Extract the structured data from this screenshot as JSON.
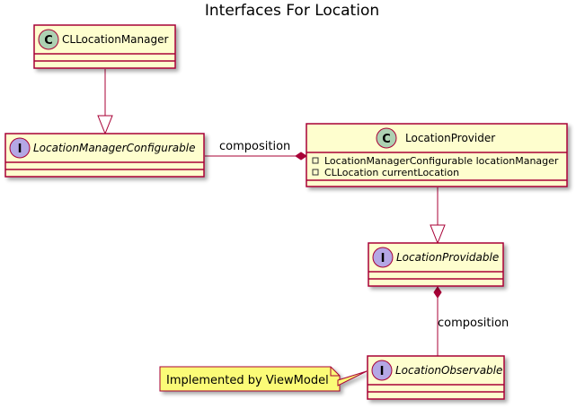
{
  "diagram": {
    "title": "Interfaces For Location",
    "classes": [
      {
        "id": "cllocationmanager",
        "name": "CLLocationManager",
        "kind": "class",
        "badge": "C",
        "members": []
      },
      {
        "id": "locationmanagerconfigurable",
        "name": "LocationManagerConfigurable",
        "kind": "interface",
        "badge": "I",
        "members": []
      },
      {
        "id": "locationprovider",
        "name": "LocationProvider",
        "kind": "class",
        "badge": "C",
        "members": [
          "LocationManagerConfigurable locationManager",
          "CLLocation currentLocation"
        ]
      },
      {
        "id": "locationprovidable",
        "name": "LocationProvidable",
        "kind": "interface",
        "badge": "I",
        "members": []
      },
      {
        "id": "locationobservable",
        "name": "LocationObservable",
        "kind": "interface",
        "badge": "I",
        "members": []
      }
    ],
    "relations": [
      {
        "from": "CLLocationManager",
        "to": "LocationManagerConfigurable",
        "type": "realization",
        "label": ""
      },
      {
        "from": "LocationManagerConfigurable",
        "to": "LocationProvider",
        "type": "composition",
        "label": "composition"
      },
      {
        "from": "LocationProvider",
        "to": "LocationProvidable",
        "type": "realization",
        "label": ""
      },
      {
        "from": "LocationProvidable",
        "to": "LocationObservable",
        "type": "composition",
        "label": "composition"
      }
    ],
    "note": {
      "text": "Implemented by ViewModel",
      "attached_to": "LocationObservable"
    },
    "colors": {
      "class_fill": "#FEFECE",
      "border": "#A80036",
      "class_badge": "#ADD1B2",
      "interface_badge": "#B4A7E5",
      "note_fill": "#FBFB77"
    }
  }
}
